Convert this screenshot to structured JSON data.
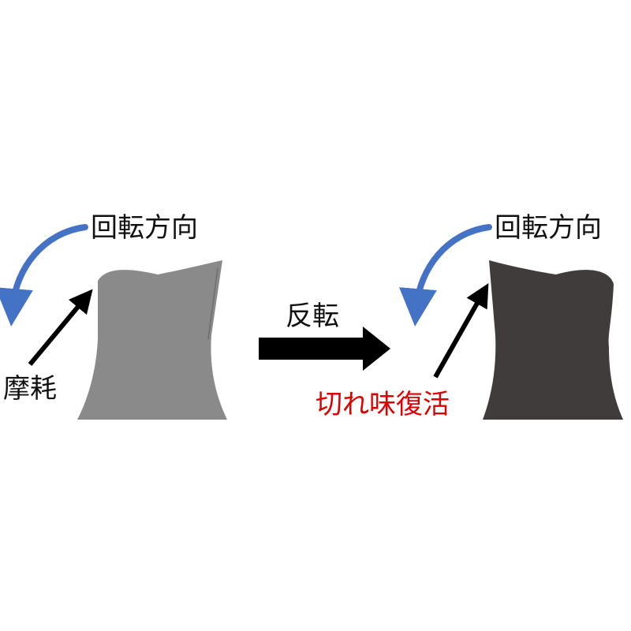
{
  "left_panel": {
    "rotation_label": "回転方向",
    "wear_label": "摩耗",
    "blade_color": "#8a8a8a"
  },
  "transition": {
    "label": "反転"
  },
  "right_panel": {
    "rotation_label": "回転方向",
    "sharpness_label": "切れ味復活",
    "blade_color": "#403c3b"
  },
  "colors": {
    "rotation_arrow": "#4472c4",
    "pointer_arrow": "#000000",
    "highlight_text": "#e00000"
  }
}
